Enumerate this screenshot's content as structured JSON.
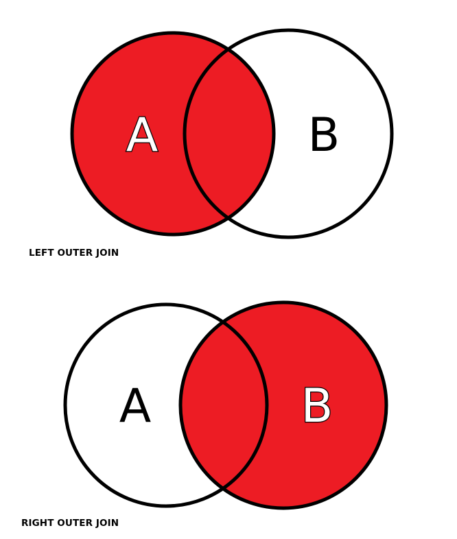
{
  "colors": {
    "highlight": "#ed1c24",
    "outline": "#000000",
    "background": "#ffffff",
    "letter_on_red": "#ffffff"
  },
  "left_join": {
    "caption": "LEFT OUTER JOIN",
    "set_a_label": "A",
    "set_b_label": "B",
    "shaded_regions": [
      "A only",
      "A ∩ B"
    ]
  },
  "right_join": {
    "caption": "RIGHT OUTER JOIN",
    "set_a_label": "A",
    "set_b_label": "B",
    "shaded_regions": [
      "A ∩ B",
      "B only"
    ]
  }
}
